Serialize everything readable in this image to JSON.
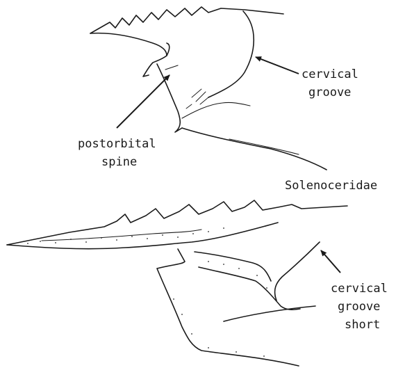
{
  "top_figure": {
    "label_cervical": [
      "cervical",
      "groove"
    ],
    "label_postorbital": [
      "postorbital",
      "spine"
    ],
    "family": "Solenoceridae"
  },
  "bottom_figure": {
    "label_cervical": [
      "cervical",
      "groove",
      "short"
    ]
  }
}
